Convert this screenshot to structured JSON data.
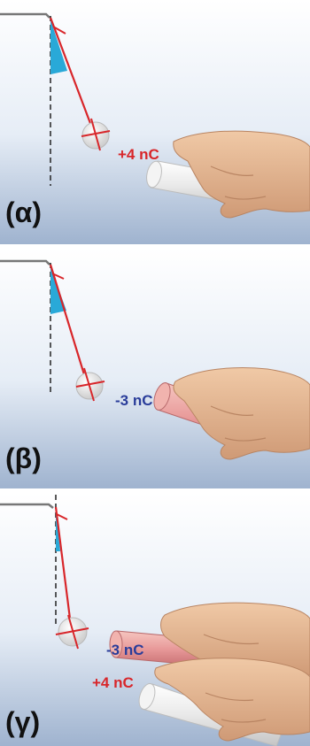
{
  "panels": [
    {
      "label": "(α)",
      "charges": [
        {
          "text": "+4 nC",
          "color": "#d8262a"
        }
      ]
    },
    {
      "label": "(β)",
      "charges": [
        {
          "text": "-3 nC",
          "color": "#2a3d9a"
        }
      ]
    },
    {
      "label": "(γ)",
      "charges": [
        {
          "text": "-3 nC",
          "color": "#2a3d9a"
        },
        {
          "text": "+4 nC",
          "color": "#d8262a"
        }
      ]
    }
  ],
  "colors": {
    "thread": "#d8262a",
    "angle_wedge": "#29a9d8",
    "rod_positive": "#ececec",
    "rod_negative": "#e89a9a",
    "skin": "#e2b48f",
    "label": "#111111"
  }
}
